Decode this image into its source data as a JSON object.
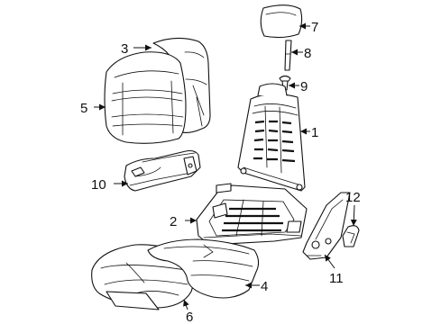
{
  "callouts": [
    {
      "key": "c1",
      "label": "1"
    },
    {
      "key": "c2",
      "label": "2"
    },
    {
      "key": "c3",
      "label": "3"
    },
    {
      "key": "c4",
      "label": "4"
    },
    {
      "key": "c5",
      "label": "5"
    },
    {
      "key": "c6",
      "label": "6"
    },
    {
      "key": "c7",
      "label": "7"
    },
    {
      "key": "c8",
      "label": "8"
    },
    {
      "key": "c9",
      "label": "9"
    },
    {
      "key": "c10",
      "label": "10"
    },
    {
      "key": "c11",
      "label": "11"
    },
    {
      "key": "c12",
      "label": "12"
    }
  ]
}
